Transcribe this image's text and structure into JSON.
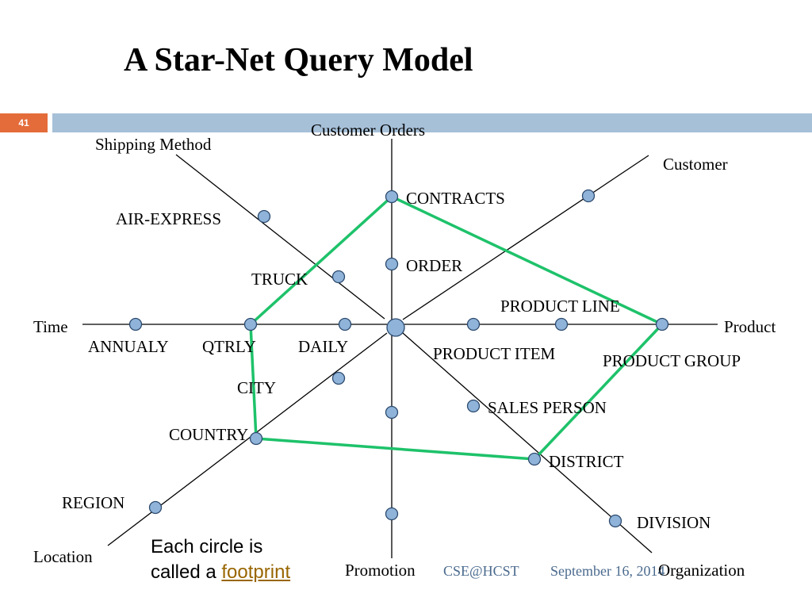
{
  "slide": {
    "title": "A Star-Net Query Model",
    "number": "41"
  },
  "dimensions": {
    "customer_orders": "Customer Orders",
    "customer": "Customer",
    "product": "Product",
    "organization": "Organization",
    "promotion": "Promotion",
    "location": "Location",
    "time": "Time",
    "shipping_method": "Shipping Method"
  },
  "footprints": {
    "contracts": "CONTRACTS",
    "order": "ORDER",
    "product_line": "PRODUCT LINE",
    "product_item": "PRODUCT ITEM",
    "product_group": "PRODUCT GROUP",
    "sales_person": "SALES PERSON",
    "district": "DISTRICT",
    "division": "DIVISION",
    "city": "CITY",
    "country": "COUNTRY",
    "region": "REGION",
    "annualy": "ANNUALY",
    "qtrly": "QTRLY",
    "daily": "DAILY",
    "air_express": "AIR-EXPRESS",
    "truck": "TRUCK"
  },
  "note": {
    "line1": "Each circle is",
    "line2_prefix": "called a ",
    "link": "footprint"
  },
  "footer": {
    "course": "CSE@HCST",
    "date": "September 16, 2014"
  },
  "colors": {
    "query_path": "#1ec26a",
    "node_fill": "#8fb3d9",
    "node_stroke": "#2c4a6e",
    "accent_orange": "#e46c3a",
    "bar_blue": "#a6c0d8"
  }
}
